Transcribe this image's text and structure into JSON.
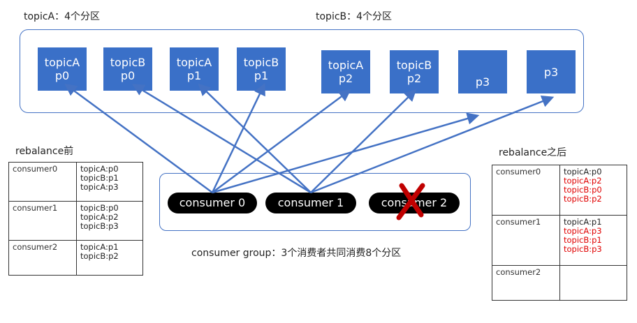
{
  "topic_a_label": "topicA：4个分区",
  "topic_b_label": "topicB：4个分区",
  "partitions": [
    {
      "line1": "topicA",
      "line2": "p0"
    },
    {
      "line1": "topicB",
      "line2": "p0"
    },
    {
      "line1": "topicA",
      "line2": "p1"
    },
    {
      "line1": "topicB",
      "line2": "p1"
    },
    {
      "line1": "topicA",
      "line2": "p2"
    },
    {
      "line1": "topicB",
      "line2": "p2"
    },
    {
      "line1": "",
      "line2": "p3"
    },
    {
      "line1": "",
      "line2": "p3"
    }
  ],
  "consumers": [
    "consumer 0",
    "consumer 1",
    "consumer 2"
  ],
  "failed_consumer_mark": "cross-icon",
  "group_caption": "consumer group：3个消费者共同消费8个分区",
  "before": {
    "title": "rebalance前",
    "rows": [
      {
        "name": "consumer0",
        "items": [
          "topicA:p0",
          "topicB:p1",
          "topicA:p3"
        ]
      },
      {
        "name": "consumer1",
        "items": [
          "topicB:p0",
          "topicA:p2",
          "topicB:p3"
        ]
      },
      {
        "name": "consumer2",
        "items": [
          "topicA:p1",
          "topicB:p2"
        ]
      }
    ]
  },
  "after": {
    "title": "rebalance之后",
    "rows": [
      {
        "name": "consumer0",
        "items": [
          "topicA:p0"
        ],
        "added": [
          "topicA:p2",
          "topicB:p0",
          "topicB:p2"
        ]
      },
      {
        "name": "consumer1",
        "items": [
          "topicA:p1"
        ],
        "added": [
          "topicA:p3",
          "topicB:p1",
          "topicB:p3"
        ]
      },
      {
        "name": "consumer2",
        "items": [],
        "added": []
      }
    ]
  },
  "colors": {
    "partition_fill": "#3a70c8",
    "frame_border": "#4472c4",
    "arrow": "#4472c4",
    "consumer_pill": "#000000",
    "added_assignment": "#e00000",
    "cross_mark": "#c00000"
  }
}
